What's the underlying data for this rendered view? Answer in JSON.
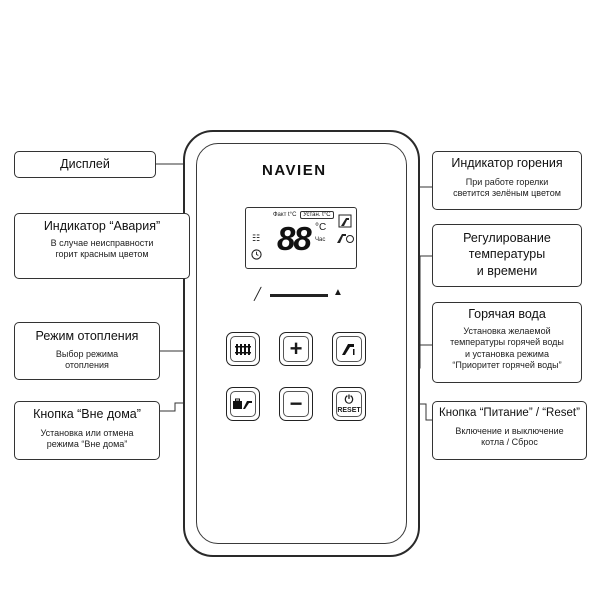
{
  "device": {
    "brand": "NAVIEN",
    "screen": {
      "tab_actual": "Факт t°C",
      "tab_set": "Устан. t°C",
      "digits": "88",
      "unit": "°C",
      "hours": "Час"
    }
  },
  "buttons": {
    "plus": "+",
    "minus": "−",
    "reset": "RESET"
  },
  "callouts": {
    "display": {
      "title": "Дисплей"
    },
    "alarm": {
      "title": "Индикатор “Авария”",
      "desc": [
        "В случае неисправности",
        "горит красным цветом"
      ]
    },
    "heating": {
      "title": "Режим отопления",
      "desc": [
        "Выбор режима",
        "отопления"
      ]
    },
    "away": {
      "title": "Кнопка “Вне дома”",
      "desc": [
        "Установка или отмена",
        "режима “Вне дома”"
      ]
    },
    "flame": {
      "title": "Индикатор горения",
      "desc": [
        "При работе горелки",
        "светится зелёным цветом"
      ]
    },
    "regulation": {
      "title": [
        "Регулирование",
        "температуры",
        "и времени"
      ]
    },
    "hot_water": {
      "title": "Горячая вода",
      "desc": [
        "Установка желаемой",
        "температуры горячей воды",
        "и установка режима",
        "“Приоритет горячей воды”"
      ]
    },
    "power": {
      "title": "Кнопка “Питание” / “Reset”",
      "desc": [
        "Включение и выключение",
        "котла / Сброс"
      ]
    }
  }
}
